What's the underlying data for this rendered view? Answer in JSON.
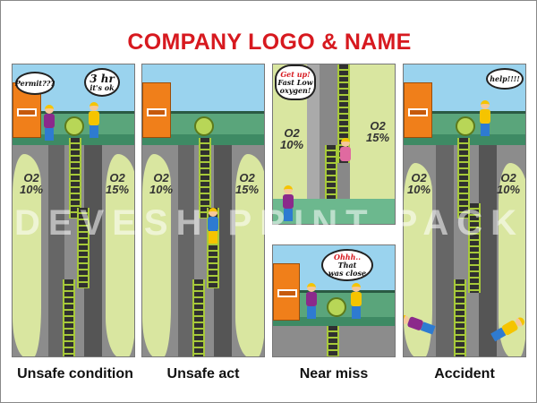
{
  "title": "COMPANY LOGO & NAME",
  "watermark": "DEVESH PRINT PACK",
  "panels": [
    {
      "caption": "Unsafe condition",
      "bubbles": [
        "Permit???",
        "3 hr",
        "it's ok"
      ],
      "o2_left": "O2",
      "o2_left_val": "10%",
      "o2_right": "O2",
      "o2_right_val": "15%"
    },
    {
      "caption": "Unsafe act",
      "o2_left": "O2",
      "o2_left_val": "10%",
      "o2_right": "O2",
      "o2_right_val": "15%"
    },
    {
      "caption": "Near miss",
      "bubble_top": [
        "Get up!",
        "Fast Low",
        "oxygen!"
      ],
      "bubble_bottom": [
        "Ohhh..",
        "That",
        "was close"
      ],
      "o2_left": "O2",
      "o2_left_val": "10%",
      "o2_right": "O2",
      "o2_right_val": "15%"
    },
    {
      "caption": "Accident",
      "bubbles": [
        "help!!!!"
      ],
      "o2_left": "O2",
      "o2_left_val": "10%",
      "o2_right": "O2",
      "o2_right_val": "10%"
    }
  ]
}
